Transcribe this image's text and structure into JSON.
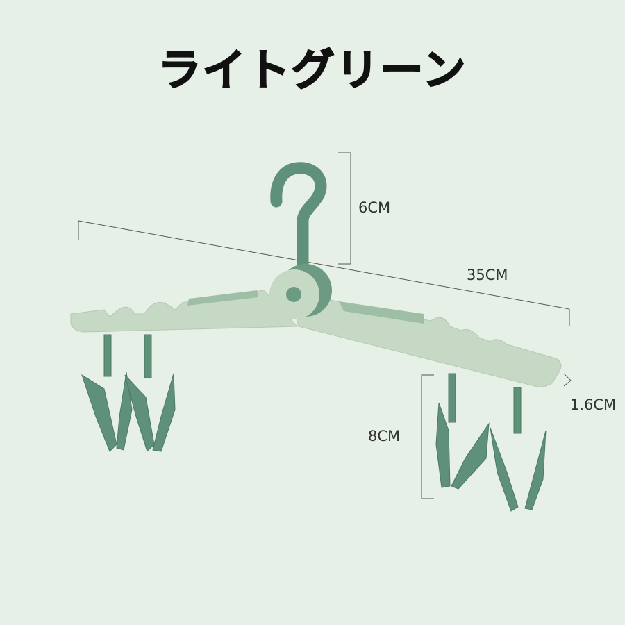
{
  "title": "ライトグリーン",
  "dimensions": {
    "hook_height": "6CM",
    "width": "35CM",
    "thickness": "1.6CM",
    "clip_length": "8CM"
  },
  "colors": {
    "background": "#e7f0e6",
    "hanger_body": "#c6d9c4",
    "hanger_accent": "#5f9079"
  }
}
